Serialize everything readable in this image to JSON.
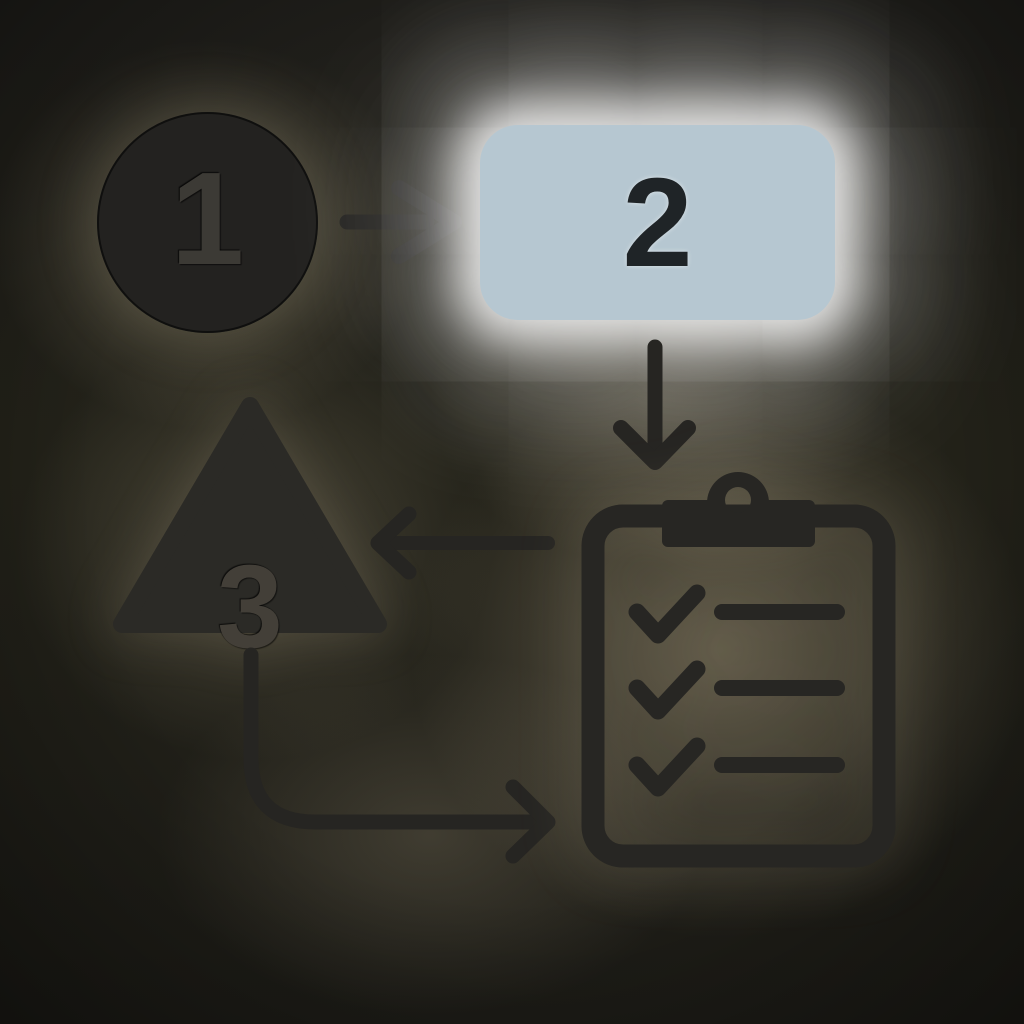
{
  "diagram": {
    "steps": [
      {
        "label": "1",
        "shape": "circle",
        "fill": "#232220",
        "label_color": "#3c3a35"
      },
      {
        "label": "2",
        "shape": "rounded-rectangle",
        "fill": "#b6c7d1",
        "label_color": "#1f2427",
        "glow_color": "#ffffff"
      },
      {
        "label": "3",
        "shape": "triangle",
        "fill": "#2b2a26",
        "label_color": "#433f38"
      }
    ],
    "checklist_icon": {
      "name": "clipboard-checklist-icon",
      "rows": 3,
      "checked_rows": 3,
      "color": "#272623"
    },
    "connectors": [
      {
        "from": "step-1",
        "to": "step-2",
        "direction": "right"
      },
      {
        "from": "step-2",
        "to": "clipboard",
        "direction": "down"
      },
      {
        "from": "clipboard",
        "to": "step-3",
        "direction": "left"
      },
      {
        "from": "step-3",
        "to": "clipboard",
        "direction": "down-then-right"
      }
    ],
    "colors": {
      "connector_line": "#262522",
      "background_dark": "#1d1c17",
      "background_olive_glow": "#8a8069",
      "highlight_glow": "#ffffff"
    }
  }
}
